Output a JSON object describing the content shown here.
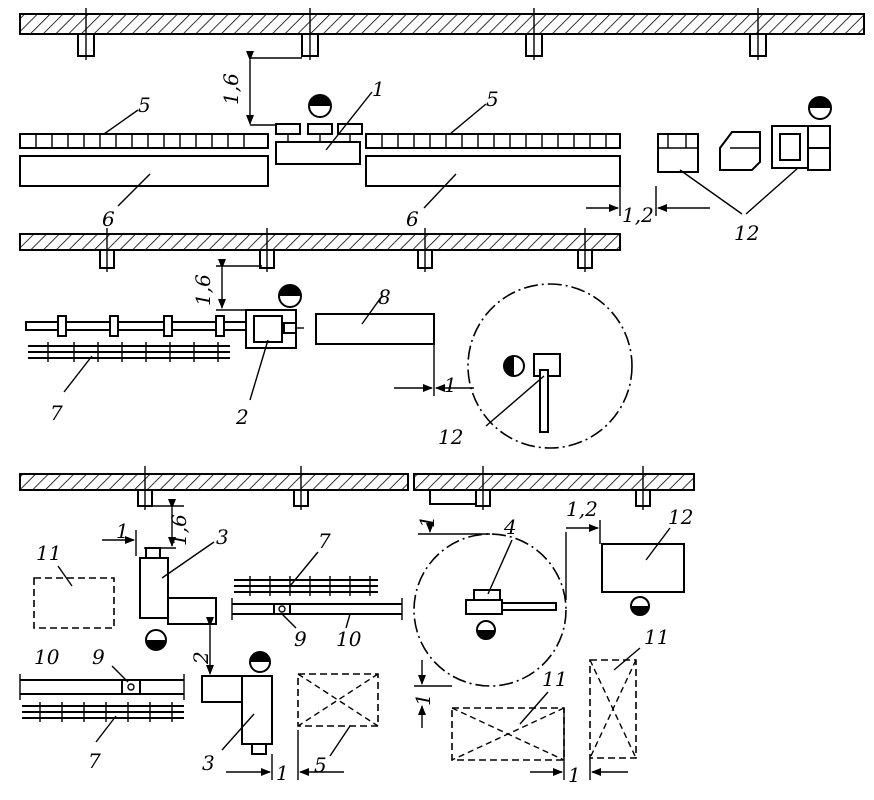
{
  "colors": {
    "ink": "#000000",
    "paper": "#ffffff"
  },
  "labels": {
    "dim_1_6_a": "1,6",
    "dim_1_6_b": "1,6",
    "dim_1_6_c": "1,6",
    "dim_1_2_a": "1,2",
    "dim_1_2_b": "1,2",
    "dim_1_a": "1",
    "dim_1_b": "1",
    "dim_1_c": "1",
    "dim_1_d": "1",
    "dim_1_e": "1",
    "dim_1_f": "1",
    "dim_2": "2",
    "n1": "1",
    "n2": "2",
    "n3a": "3",
    "n3b": "3",
    "n4": "4",
    "n5a": "5",
    "n5b": "5",
    "n5c": "5",
    "n6a": "6",
    "n6b": "6",
    "n7a": "7",
    "n7b": "7",
    "n7c": "7",
    "n8": "8",
    "n9a": "9",
    "n9b": "9",
    "n10a": "10",
    "n10b": "10",
    "n11a": "11",
    "n11b": "11",
    "n11c": "11",
    "n12a": "12",
    "n12b": "12",
    "n12c": "12"
  }
}
